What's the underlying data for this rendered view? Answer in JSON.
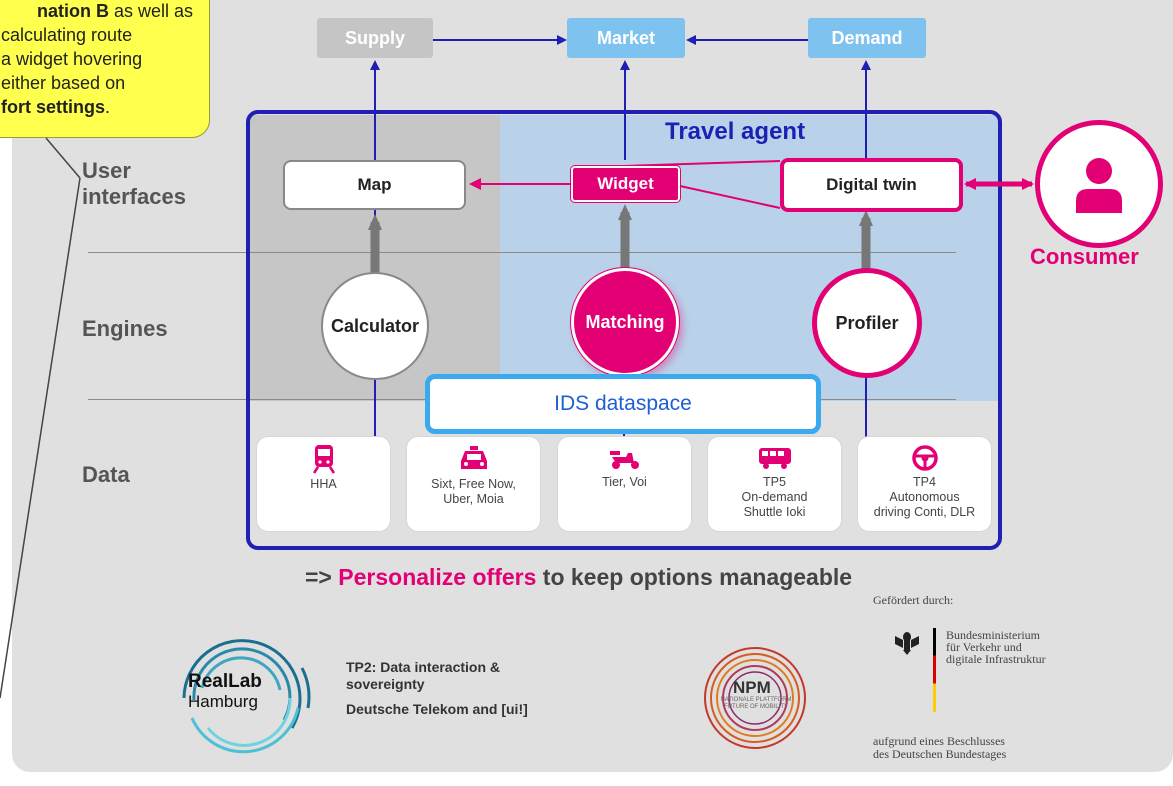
{
  "callout": {
    "line1_bold": "nation B",
    "line1_rest": " as well as",
    "line2": "calculating route",
    "line3": "a widget hovering",
    "line4": "either based on",
    "line5_bold": "fort settings",
    "line5_rest": "."
  },
  "market_row": {
    "supply": "Supply",
    "market": "Market",
    "demand": "Demand"
  },
  "travel_agent_title": "Travel agent",
  "row_labels": {
    "user_interfaces_1": "User",
    "user_interfaces_2": "interfaces",
    "engines": "Engines",
    "data": "Data"
  },
  "ui": {
    "map": "Map",
    "widget": "Widget",
    "digital_twin": "Digital twin"
  },
  "engines": {
    "calculator": "Calculator",
    "matching": "Matching",
    "profiler": "Profiler"
  },
  "ids_dataspace": "IDS dataspace",
  "consumer": "Consumer",
  "data_sources": [
    {
      "icon": "tram-icon",
      "lines": [
        "HHA"
      ]
    },
    {
      "icon": "taxi-icon",
      "lines": [
        "Sixt, Free Now,",
        "Uber, Moia"
      ]
    },
    {
      "icon": "scooter-icon",
      "lines": [
        "Tier, Voi"
      ]
    },
    {
      "icon": "bus-icon",
      "lines": [
        "TP5",
        "On-demand",
        "Shuttle Ioki"
      ]
    },
    {
      "icon": "steering-wheel-icon",
      "lines": [
        "TP4",
        "Autonomous",
        "driving Conti, DLR"
      ]
    }
  ],
  "tagline": {
    "arrow": "=>",
    "highlight": "Personalize offers",
    "rest": " to keep options manageable"
  },
  "footer": {
    "realLab_line1": "RealLab",
    "realLab_line2": "Hamburg",
    "tp2_line1": "TP2: Data interaction &",
    "tp2_line2": "sovereignty",
    "partners": "Deutsche Telekom and [ui!]",
    "npm": "NPM",
    "npm_sub1": "NATIONALE PLATTFORM",
    "npm_sub2": "FUTURE OF MOBILITY",
    "funded_by": "Gefördert durch:",
    "ministry_1": "Bundesministerium",
    "ministry_2": "für Verkehr und",
    "ministry_3": "digitale Infrastruktur",
    "resolution_1": "aufgrund eines Beschlusses",
    "resolution_2": "des Deutschen Bundestages"
  },
  "colors": {
    "magenta": "#e20074",
    "blue_box": "#1f1fb4",
    "light_blue": "#7ec3f0",
    "ids_border": "#3aa9ee",
    "grey_box": "#c8c8c8"
  }
}
